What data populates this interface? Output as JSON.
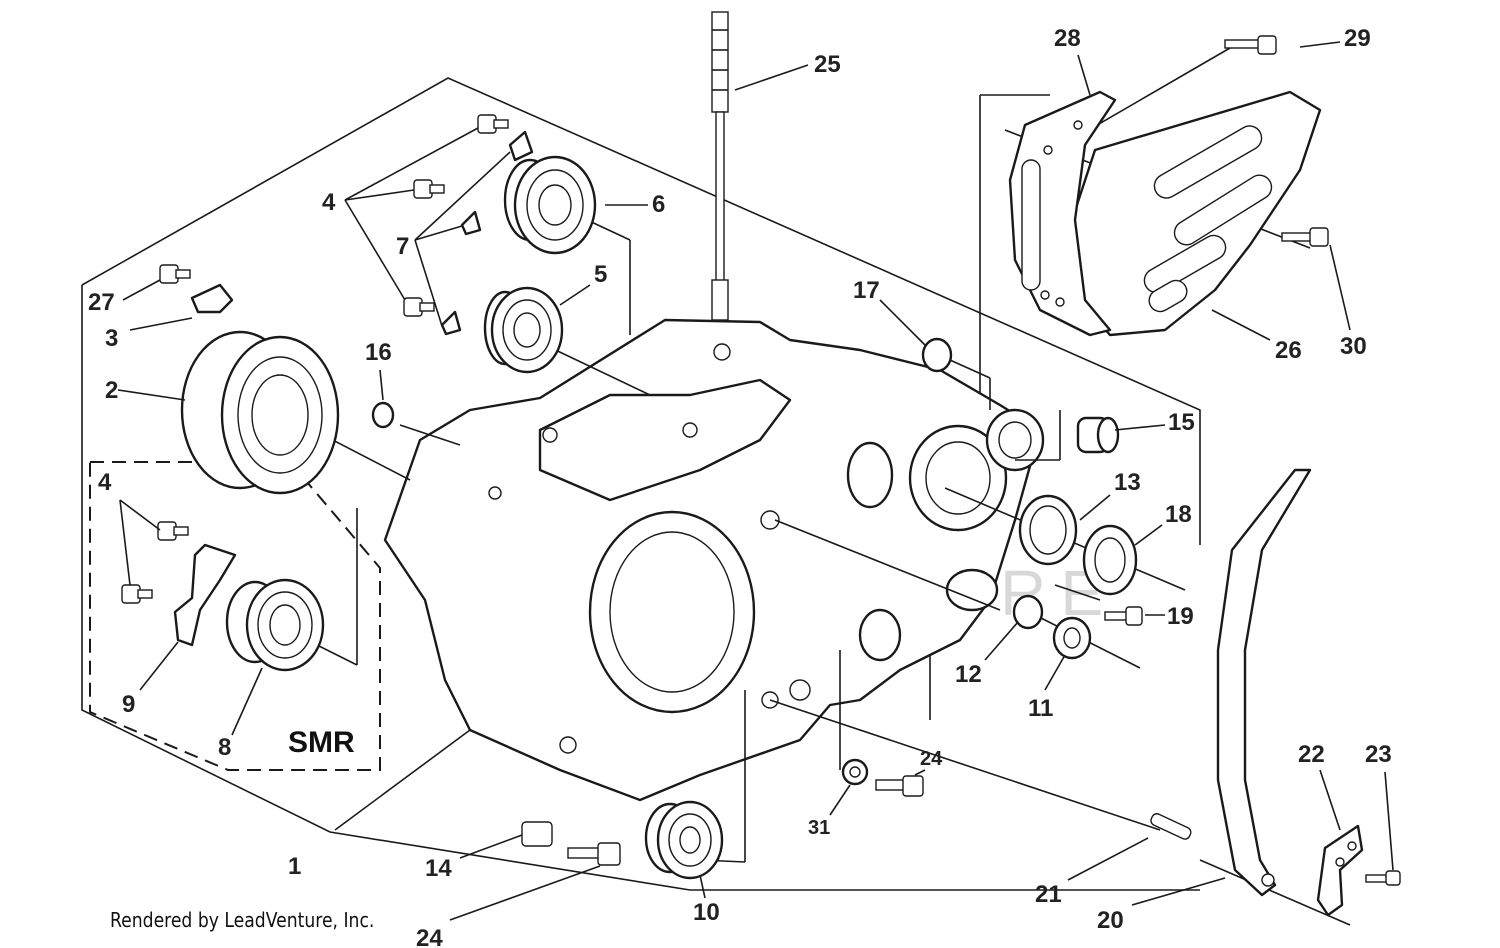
{
  "diagram": {
    "watermark": "LEADVENTURE",
    "kit_label": "SMR",
    "credit": "Rendered by LeadVenture, Inc.",
    "callouts": {
      "c1": "1",
      "c2": "2",
      "c3": "3",
      "c4a": "4",
      "c4b": "4",
      "c5": "5",
      "c6": "6",
      "c7": "7",
      "c8": "8",
      "c9": "9",
      "c10": "10",
      "c11": "11",
      "c12": "12",
      "c13": "13",
      "c14": "14",
      "c15": "15",
      "c16": "16",
      "c17": "17",
      "c18": "18",
      "c19": "19",
      "c20": "20",
      "c21": "21",
      "c22": "22",
      "c23": "23",
      "c24a": "24",
      "c24b": "24",
      "c25": "25",
      "c26": "26",
      "c27": "27",
      "c28": "28",
      "c29": "29",
      "c30": "30",
      "c31": "31"
    }
  }
}
